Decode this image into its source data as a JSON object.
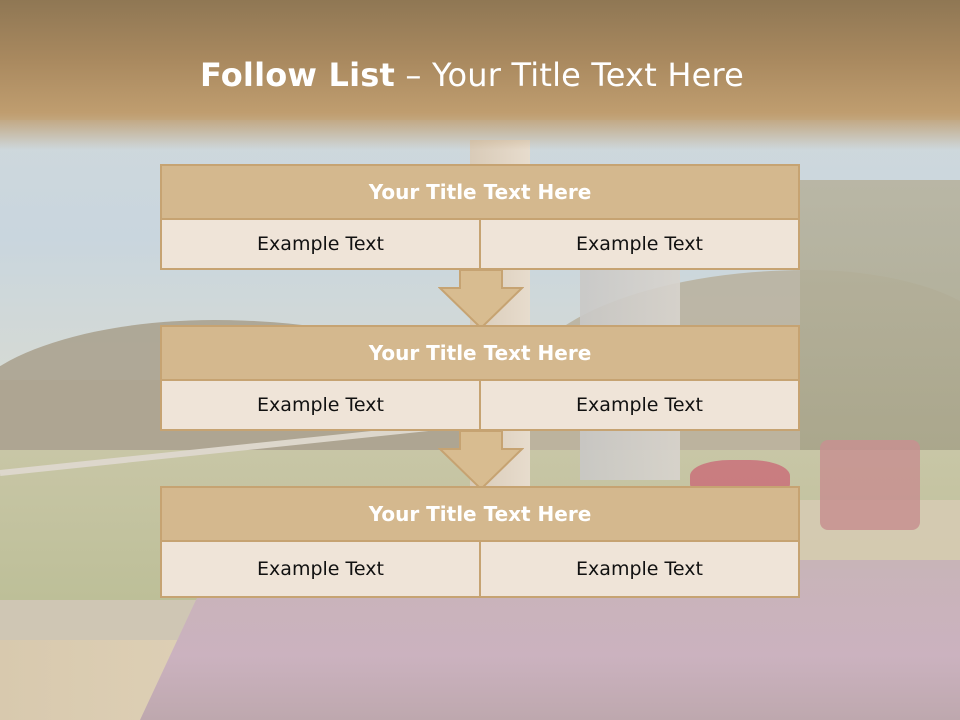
{
  "header": {
    "title_bold": "Follow List",
    "title_rest": " – Your Title Text Here"
  },
  "steps": [
    {
      "title": "Your Title Text Here",
      "left": "Example Text",
      "right": "Example Text"
    },
    {
      "title": "Your Title Text Here",
      "left": "Example Text",
      "right": "Example Text"
    },
    {
      "title": "Your Title Text Here",
      "left": "Example Text",
      "right": "Example Text"
    }
  ],
  "colors": {
    "header_band": "#a9895f",
    "box_header": "#d4b88e",
    "box_body": "#efe4d8",
    "border": "#c6a372"
  }
}
